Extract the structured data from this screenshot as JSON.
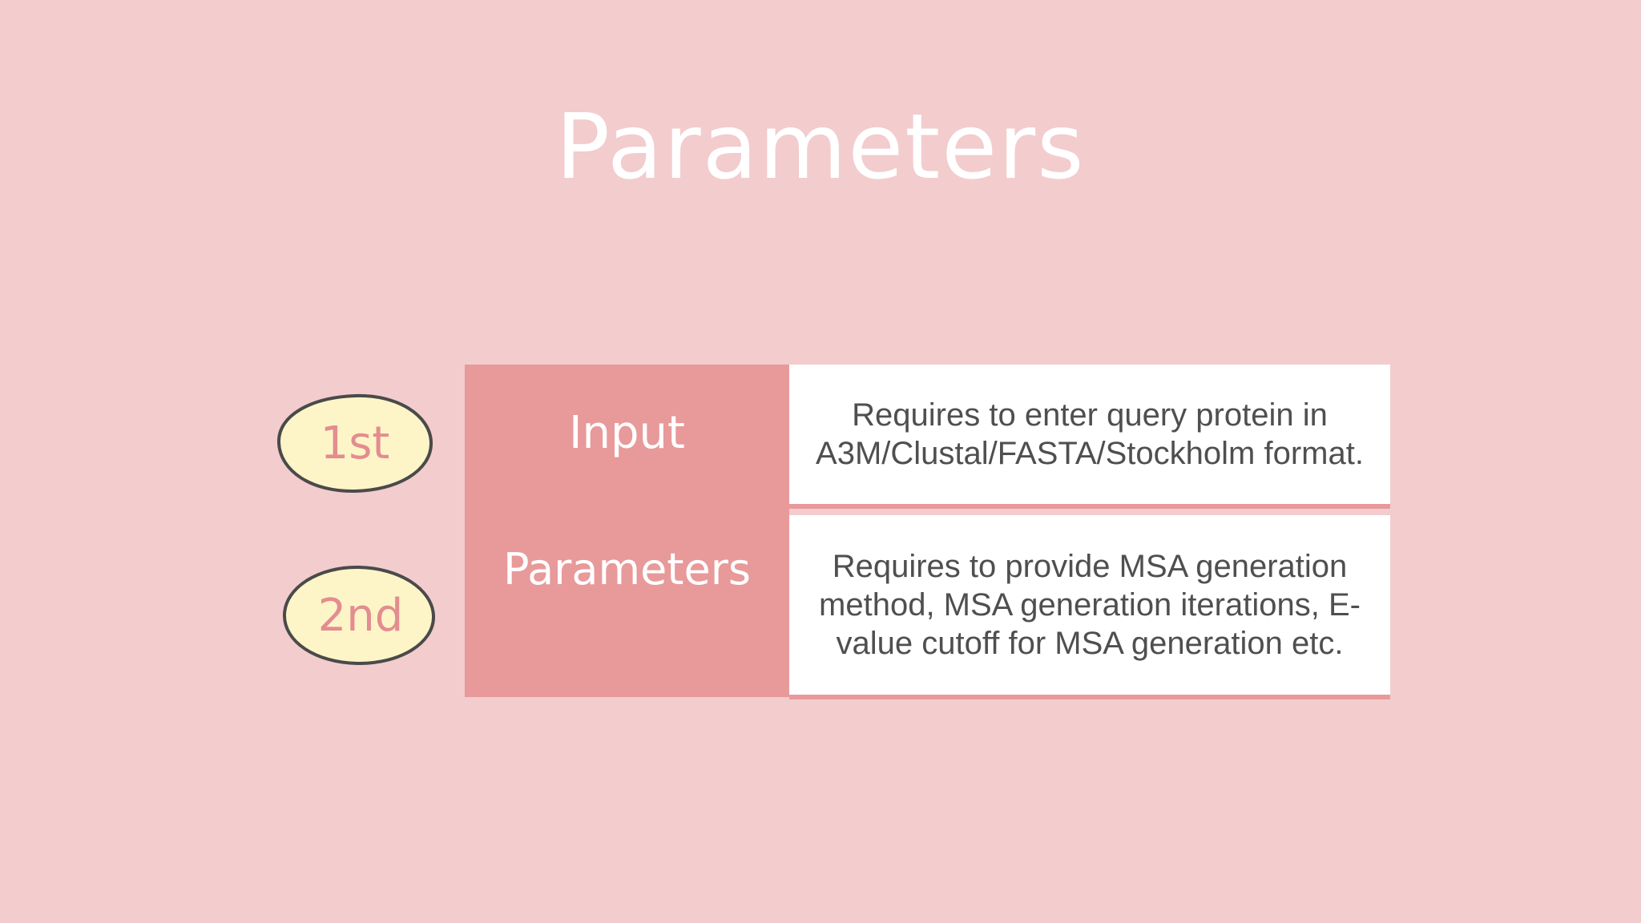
{
  "slide": {
    "title": "Parameters"
  },
  "steps": [
    {
      "badge": "1st",
      "label": "Input",
      "description": "Requires to enter query protein in A3M/Clustal/FASTA/Stockholm format."
    },
    {
      "badge": "2nd",
      "label": "Parameters",
      "description": "Requires to provide MSA generation method, MSA generation iterations, E-value cutoff for MSA generation etc."
    }
  ],
  "colors": {
    "background": "#f3cccd",
    "label_block": "#e8999a",
    "badge_fill": "#fdf5c7",
    "badge_outline": "#4a4a4a",
    "badge_text": "#e38d90",
    "card": "#ffffff",
    "card_text": "#4f4f4f"
  }
}
